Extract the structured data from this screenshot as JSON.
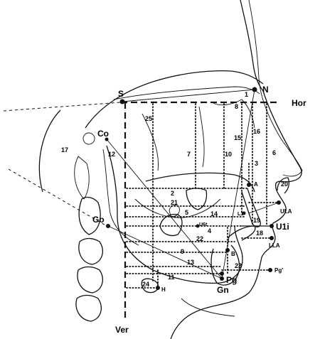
{
  "points": {
    "S": "S",
    "N": "N",
    "Hor": "Hor",
    "Co": "Co",
    "Go": "Go",
    "A": "A",
    "B": "B",
    "Pg": "Pg",
    "Gn": "Gn",
    "H": "H",
    "ULA": "ULA",
    "LLA": "LLA",
    "U1i": "U1i",
    "Pg_soft": "Pg′",
    "Ver": "Ver",
    "U6t": "U6t",
    "L1": "L1"
  },
  "numbers": {
    "n1": "1",
    "n2": "2",
    "n3": "3",
    "n4": "4",
    "n5": "5",
    "n6": "6",
    "n7": "7",
    "n8": "8",
    "n9": "9",
    "n10": "10",
    "n11": "11",
    "n12": "12",
    "n13": "13",
    "n14": "14",
    "n15": "15",
    "n16": "16",
    "n17": "17",
    "n18": "18",
    "n19": "19",
    "n20": "20",
    "n21": "21",
    "n22": "22",
    "n23": "23",
    "n24": "24",
    "n25": "25"
  },
  "colors": {
    "ink": "#111111",
    "background": "#ffffff"
  }
}
